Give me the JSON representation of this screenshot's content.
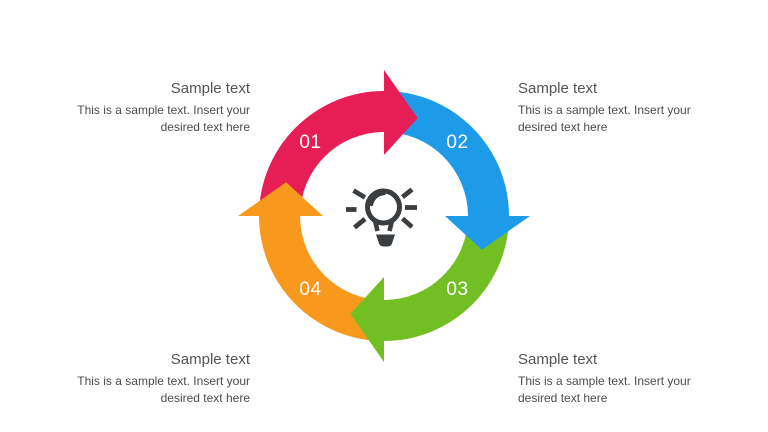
{
  "slide": {
    "background": "#ffffff",
    "diagram": {
      "type": "circular-arrows-cycle",
      "flow": "clockwise",
      "center_icon": "lightbulb-icon",
      "icon_color": "#3a3e41",
      "number_color": "#ffffff",
      "steps": [
        {
          "number": "01",
          "color": "#e71d55",
          "position": "top-left"
        },
        {
          "number": "02",
          "color": "#1e9be8",
          "position": "top-right"
        },
        {
          "number": "03",
          "color": "#72bf23",
          "position": "bottom-right"
        },
        {
          "number": "04",
          "color": "#f8991d",
          "position": "bottom-left"
        }
      ]
    },
    "text_colors": {
      "title": "#545454",
      "body": "#4c4c4c"
    },
    "text_blocks": [
      {
        "position": "top-left",
        "align": "right",
        "title": "Sample text",
        "body": "This is a sample text. Insert your desired text here"
      },
      {
        "position": "top-right",
        "align": "left",
        "title": "Sample text",
        "body": "This is a sample text. Insert your desired text here"
      },
      {
        "position": "bottom-left",
        "align": "right",
        "title": "Sample text",
        "body": "This is a sample text. Insert your desired text here"
      },
      {
        "position": "bottom-right",
        "align": "left",
        "title": "Sample text",
        "body": "This is a sample text. Insert your desired text here"
      }
    ]
  }
}
